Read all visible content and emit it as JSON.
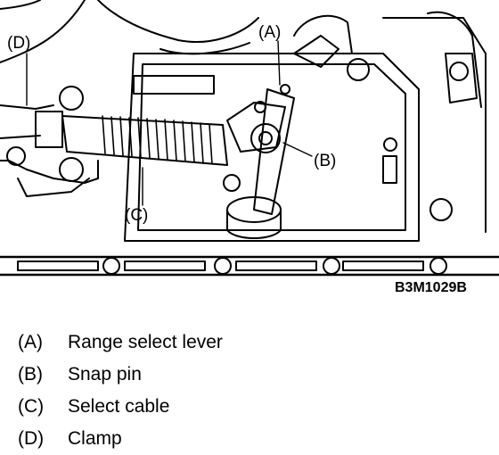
{
  "figure": {
    "code": "B3M1029B",
    "callouts": {
      "a": "(A)",
      "b": "(B)",
      "c": "(C)",
      "d": "(D)"
    }
  },
  "legend": [
    {
      "key": "(A)",
      "text": "Range select lever"
    },
    {
      "key": "(B)",
      "text": "Snap pin"
    },
    {
      "key": "(C)",
      "text": "Select cable"
    },
    {
      "key": "(D)",
      "text": "Clamp"
    }
  ]
}
